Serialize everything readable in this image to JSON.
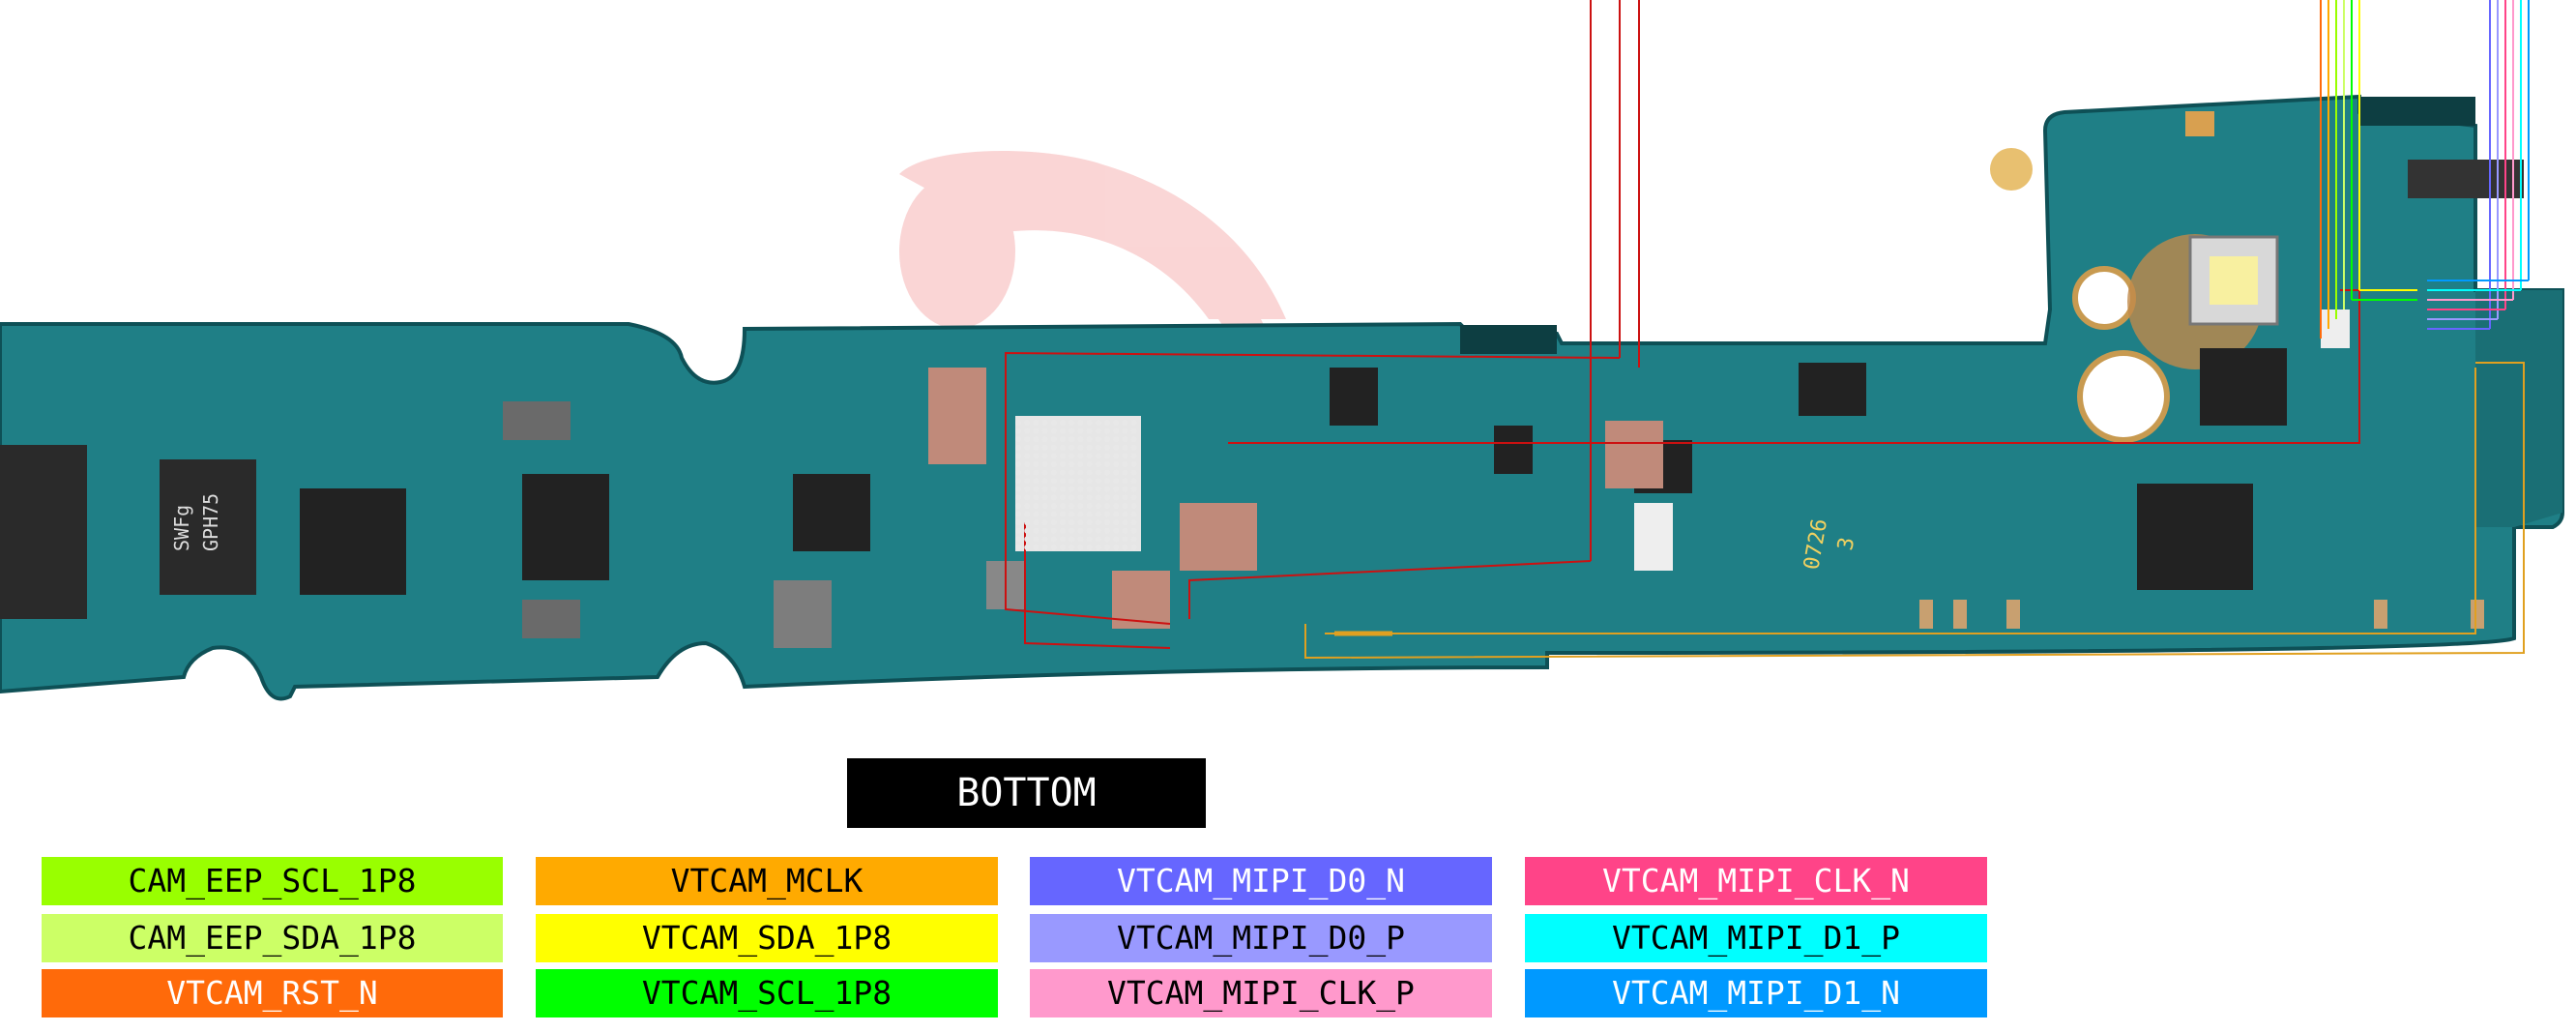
{
  "diagram": {
    "side_label": "BOTTOM",
    "board_texts": {
      "chip_marking_1": "SWFg",
      "chip_marking_2": "GPH75",
      "silk_1": "0726",
      "silk_2": "3"
    },
    "signals": [
      {
        "name": "CAM_EEP_SCL_1P8",
        "color": "#99ff00",
        "text_color": "#000000"
      },
      {
        "name": "CAM_EEP_SDA_1P8",
        "color": "#ccff66",
        "text_color": "#000000"
      },
      {
        "name": "VTCAM_RST_N",
        "color": "#ff6a0a",
        "text_color": "#ffffff"
      },
      {
        "name": "VTCAM_MCLK",
        "color": "#ffaa00",
        "text_color": "#000000"
      },
      {
        "name": "VTCAM_SDA_1P8",
        "color": "#ffff00",
        "text_color": "#000000"
      },
      {
        "name": "VTCAM_SCL_1P8",
        "color": "#00ff00",
        "text_color": "#000000"
      },
      {
        "name": "VTCAM_MIPI_D0_N",
        "color": "#6666ff",
        "text_color": "#ffffff"
      },
      {
        "name": "VTCAM_MIPI_D0_P",
        "color": "#9999ff",
        "text_color": "#000000"
      },
      {
        "name": "VTCAM_MIPI_CLK_P",
        "color": "#ff99cc",
        "text_color": "#000000"
      },
      {
        "name": "VTCAM_MIPI_CLK_N",
        "color": "#ff4488",
        "text_color": "#ffffff"
      },
      {
        "name": "VTCAM_MIPI_D1_P",
        "color": "#00ffff",
        "text_color": "#000000"
      },
      {
        "name": "VTCAM_MIPI_D1_N",
        "color": "#0099ff",
        "text_color": "#ffffff"
      }
    ],
    "colors": {
      "pcb": "#1f7f86",
      "pcb_dark": "#125f66",
      "trace_red": "#cc1111",
      "trace_orange": "#e0a020",
      "watermark": "#f4a0a0"
    }
  }
}
